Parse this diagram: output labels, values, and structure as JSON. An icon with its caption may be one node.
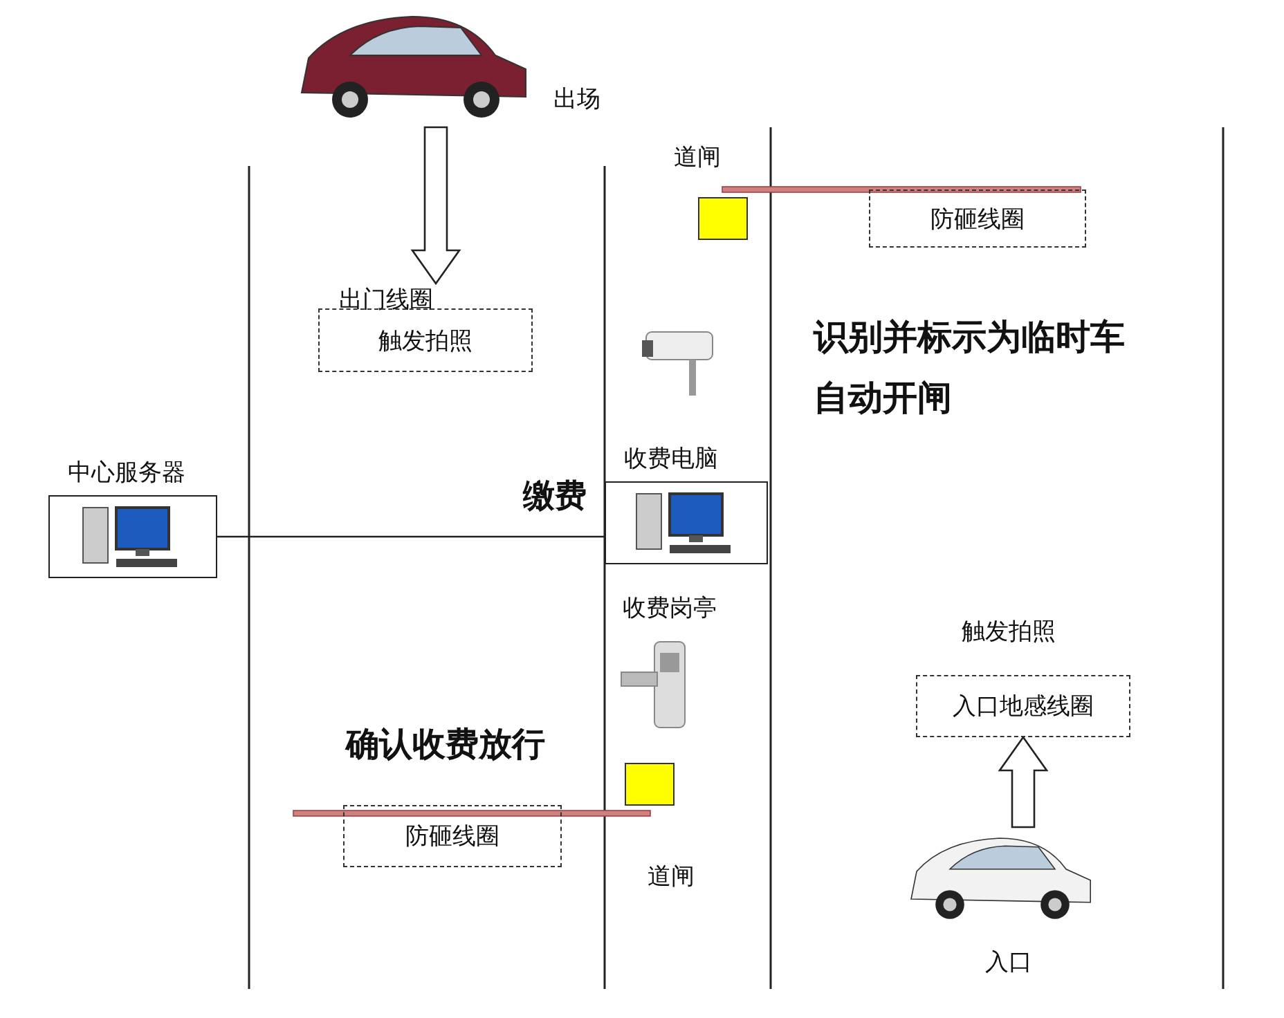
{
  "diagram": {
    "nodes": [
      {
        "text": [],
        "shape": "picture",
        "beside": [
          "出场"
        ]
      },
      {
        "text": [
          "防砸线圈"
        ]
      },
      {
        "text": [
          "出门线圈",
          "触发拍照"
        ]
      },
      {
        "text": [
          "中心服务器"
        ]
      },
      {
        "text": [
          "收费电脑"
        ]
      },
      {
        "text": [
          "入口地感线圈"
        ],
        "beside": [
          "触发拍照"
        ]
      },
      {
        "text": [
          "防砸线圈"
        ]
      },
      {
        "text": [],
        "shape": "picture",
        "beside": [
          "入口"
        ]
      }
    ],
    "edges": [
      {
        "from": 0,
        "to": 2,
        "arrow": "to"
      },
      {
        "from": 3,
        "to": 4,
        "arrow": "none"
      },
      {
        "from": 7,
        "to": 5,
        "arrow": "to"
      }
    ],
    "labels": [
      "道闸",
      "识别并标示为临时车自动开闸",
      "缴费",
      "收费岗亭",
      "确认收费放行",
      "道闸"
    ]
  }
}
